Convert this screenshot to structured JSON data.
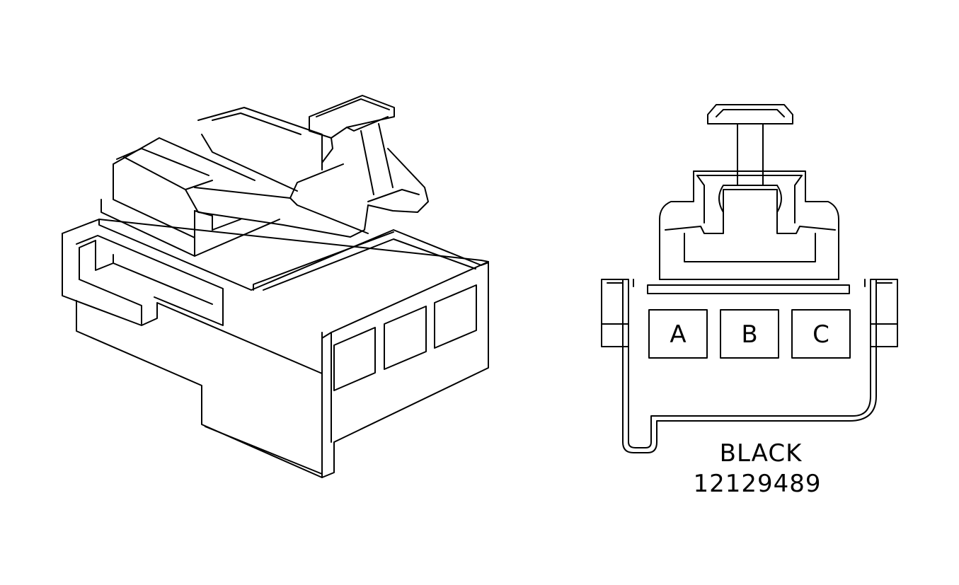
{
  "pins": [
    "A",
    "B",
    "C"
  ],
  "connector": {
    "color": "BLACK",
    "part_number": "12129489"
  },
  "colors": {
    "line": "#000000",
    "background": "#ffffff"
  }
}
